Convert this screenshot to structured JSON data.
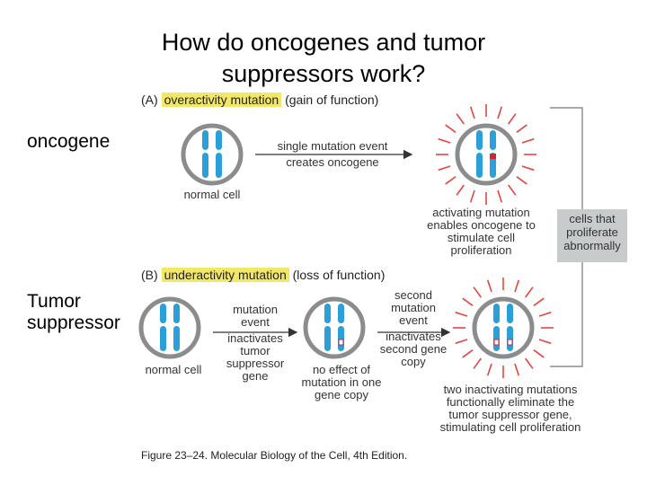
{
  "title_line1": "How do oncogenes and tumor",
  "title_line2": "suppressors work?",
  "side_labels": {
    "oncogene": "oncogene",
    "tumor_line1": "Tumor",
    "tumor_line2": "suppressor"
  },
  "panel_a": {
    "letter": "(A)",
    "highlight": "overactivity mutation",
    "suffix": "(gain of function)",
    "cell_label": "normal cell",
    "arrow_line1": "single mutation event",
    "arrow_line2": "creates oncogene",
    "result_line1": "activating mutation",
    "result_line2": "enables oncogene to",
    "result_line3": "stimulate cell",
    "result_line4": "proliferation"
  },
  "panel_b": {
    "letter": "(B)",
    "highlight": "underactivity mutation",
    "suffix": "(loss of function)",
    "cell_label": "normal cell",
    "arrow1_line1": "mutation",
    "arrow1_line2": "event",
    "arrow1_line3": "inactivates",
    "arrow1_line4": "tumor",
    "arrow1_line5": "suppressor",
    "arrow1_line6": "gene",
    "mid_line1": "no effect of",
    "mid_line2": "mutation in one",
    "mid_line3": "gene copy",
    "arrow2_line1": "second",
    "arrow2_line2": "mutation",
    "arrow2_line3": "event",
    "arrow2_line4": "inactivates",
    "arrow2_line5": "second gene",
    "arrow2_line6": "copy",
    "result_line1": "two inactivating mutations",
    "result_line2": "functionally eliminate the",
    "result_line3": "tumor suppressor gene,",
    "result_line4": "stimulating cell proliferation"
  },
  "outcome_box": {
    "line1": "cells that",
    "line2": "proliferate",
    "line3": "abnormally"
  },
  "caption": "Figure 23–24. Molecular Biology of the Cell, 4th Edition.",
  "colors": {
    "chromosome": "#2a9fd8",
    "cell_ring": "#8a8c8e",
    "mutation_red": "#d9232e",
    "highlight": "#f2e866",
    "box_gray": "#c8cbcc"
  }
}
